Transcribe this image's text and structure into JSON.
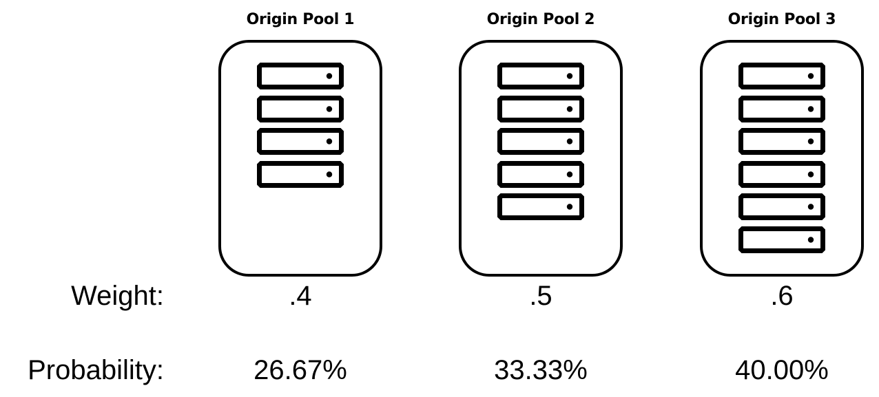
{
  "pools": [
    {
      "title": "Origin Pool 1",
      "servers": 4,
      "weight": ".4",
      "probability": "26.67%"
    },
    {
      "title": "Origin Pool 2",
      "servers": 5,
      "weight": ".5",
      "probability": "33.33%"
    },
    {
      "title": "Origin Pool 3",
      "servers": 6,
      "weight": ".6",
      "probability": "40.00%"
    }
  ],
  "labels": {
    "weight": "Weight:",
    "probability": "Probability:"
  },
  "icons": {
    "server": "server-rack-unit-icon"
  },
  "colors": {
    "stroke": "#000000",
    "background": "#ffffff"
  }
}
